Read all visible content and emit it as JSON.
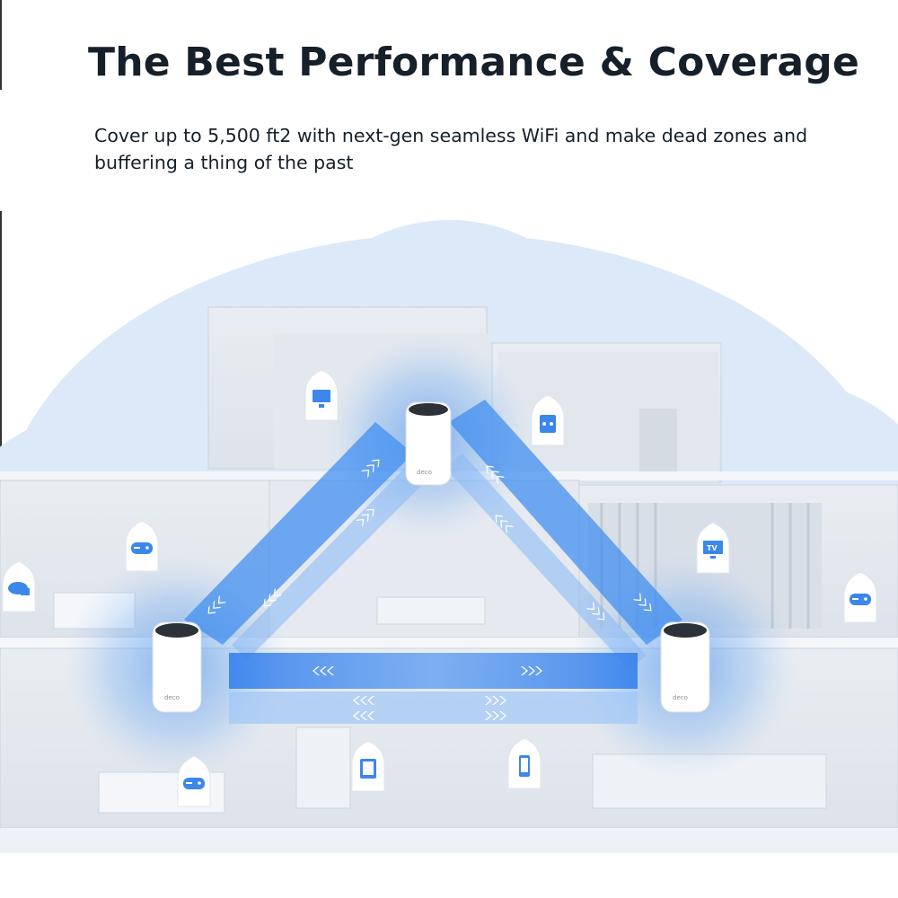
{
  "headline": "The Best Performance & Coverage",
  "subtext": "Cover up to 5,500 ft2 with next-gen seamless WiFi and make dead zones and buffering a thing of the past",
  "router_brand": "deco",
  "device_icons": [
    {
      "kind": "monitor-icon"
    },
    {
      "kind": "game-console-icon"
    },
    {
      "kind": "gamepad-icon"
    },
    {
      "kind": "cloud-storage-icon"
    },
    {
      "kind": "tv-icon",
      "label": "TV"
    },
    {
      "kind": "gamepad-icon"
    },
    {
      "kind": "gamepad-icon"
    },
    {
      "kind": "tablet-icon"
    },
    {
      "kind": "phone-icon"
    }
  ],
  "colors": {
    "accent": "#1a73e8",
    "coverage": "#cfe3f8",
    "beam": "#3d8cf0",
    "text": "#16202a"
  }
}
